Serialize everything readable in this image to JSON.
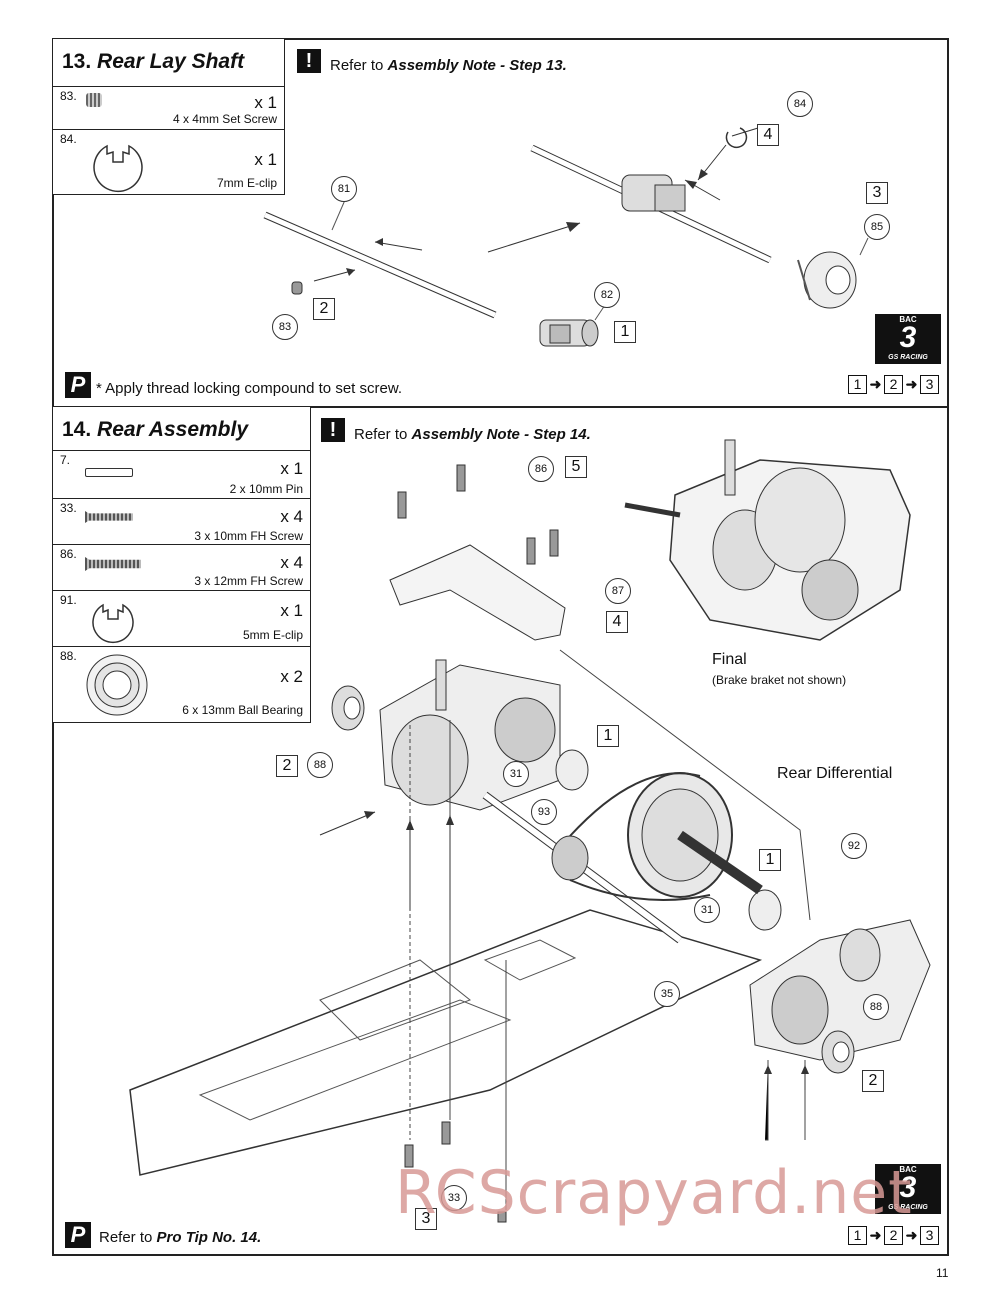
{
  "step13": {
    "number": "13.",
    "title": "Rear Lay Shaft",
    "note_prefix": "Refer to",
    "note_ref": "Assembly Note - Step 13.",
    "parts": [
      {
        "num": "83.",
        "qty": "x 1",
        "desc": "4 x 4mm Set Screw",
        "icon": "set-screw-icon"
      },
      {
        "num": "84.",
        "qty": "x 1",
        "desc": "7mm E-clip",
        "icon": "e-clip-icon"
      }
    ],
    "callouts": [
      "81",
      "82",
      "83",
      "84",
      "85"
    ],
    "steps": [
      "1",
      "2",
      "3",
      "4"
    ],
    "tip": "* Apply thread locking compound to set screw.",
    "tip_badge": "P"
  },
  "step14": {
    "number": "14.",
    "title": "Rear Assembly",
    "note_prefix": "Refer to",
    "note_ref": "Assembly Note - Step 14.",
    "parts": [
      {
        "num": "7.",
        "qty": "x 1",
        "desc": "2 x 10mm Pin",
        "icon": "pin-icon"
      },
      {
        "num": "33.",
        "qty": "x 4",
        "desc": "3 x 10mm FH Screw",
        "icon": "screw-icon"
      },
      {
        "num": "86.",
        "qty": "x 4",
        "desc": "3 x 12mm FH Screw",
        "icon": "screw-icon"
      },
      {
        "num": "91.",
        "qty": "x 1",
        "desc": "5mm E-clip",
        "icon": "e-clip-icon"
      },
      {
        "num": "88.",
        "qty": "x 2",
        "desc": "6 x 13mm Ball Bearing",
        "icon": "bearing-icon"
      }
    ],
    "callouts": [
      "86",
      "87",
      "88",
      "31",
      "93",
      "92",
      "35",
      "31",
      "88",
      "33"
    ],
    "steps": [
      "5",
      "4",
      "1",
      "2",
      "1",
      "2",
      "3"
    ],
    "final_label": "Final",
    "final_sub": "(Brake braket not shown)",
    "diff_label": "Rear Differential",
    "tip_prefix": "Refer to",
    "tip_ref": "Pro Tip No. 14.",
    "tip_badge": "P"
  },
  "logo": {
    "top": "BAC",
    "digit": "3",
    "bottom": "GS RACING"
  },
  "sequence": [
    "1",
    "2",
    "3"
  ],
  "warning_glyph": "!",
  "page_number": "11",
  "watermark": "RCScrapyard.net"
}
